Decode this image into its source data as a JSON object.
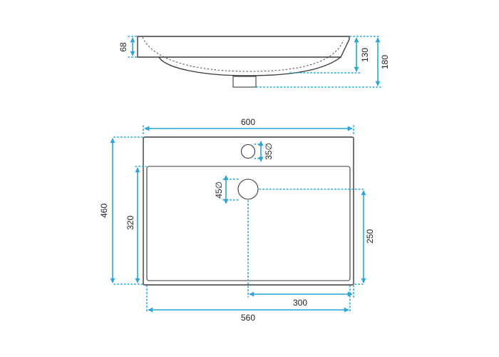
{
  "colors": {
    "dimension_line": "#2aa6d9",
    "outline": "#3a3a3a",
    "text": "#222222",
    "background": "#ffffff"
  },
  "side_view": {
    "dim_rim_thickness": "68",
    "dim_bowl_depth": "130",
    "dim_total_height": "180"
  },
  "top_view": {
    "dim_width": "600",
    "dim_tap_hole": "35∅",
    "dim_drain_hole": "45∅",
    "dim_depth": "460",
    "dim_bowl_depth": "320",
    "dim_drain_from_front": "250",
    "dim_drain_from_side": "300",
    "dim_bowl_width": "560"
  }
}
